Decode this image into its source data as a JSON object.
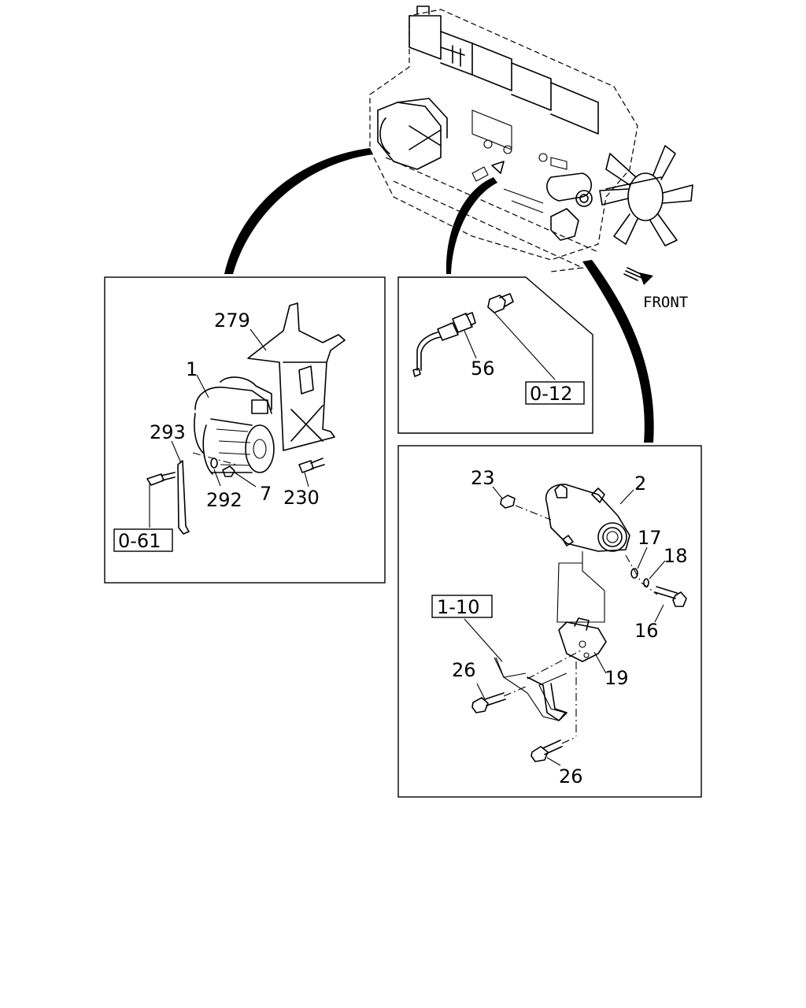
{
  "diagram": {
    "front_label": "FRONT",
    "starter_panel": {
      "labels": {
        "p279": "279",
        "p1": "1",
        "p293": "293",
        "p292": "292",
        "p7": "7",
        "p230": "230"
      },
      "ref_box": "0-61"
    },
    "sensor_panel": {
      "labels": {
        "p56": "56"
      },
      "ref_box": "0-12"
    },
    "generator_panel": {
      "labels": {
        "p23": "23",
        "p2": "2",
        "p17": "17",
        "p18": "18",
        "p16": "16",
        "p19": "19",
        "p26a": "26",
        "p26b": "26"
      },
      "ref_box": "1-10"
    }
  }
}
